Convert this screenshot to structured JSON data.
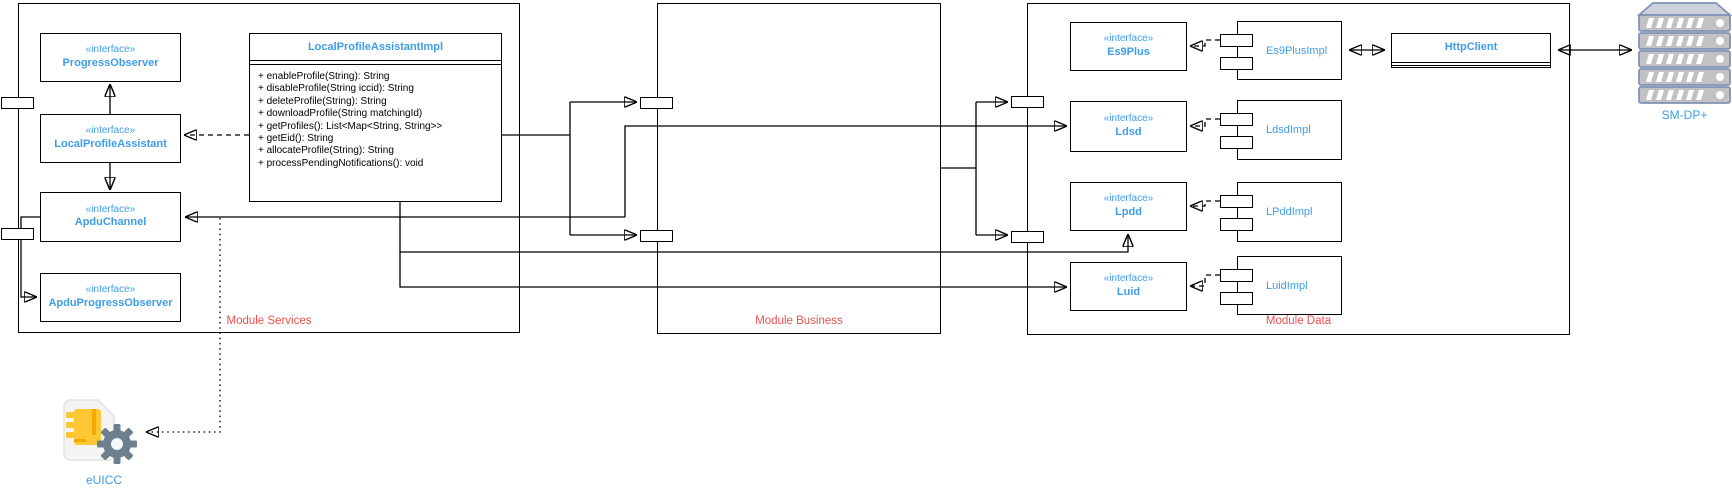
{
  "colors": {
    "accent_blue": "#3e9de9",
    "label_red": "#e8524e",
    "line_black": "#000000",
    "server_gray": "#c2c2c2",
    "server_border_blue": "#8093b8",
    "sim_gold": "#ffc733",
    "gear_gray": "#6d7e8c"
  },
  "modules": {
    "services": {
      "label": "Module Services",
      "interfaces": [
        {
          "stereotype": "«interface»",
          "name": "ProgressObserver"
        },
        {
          "stereotype": "«interface»",
          "name": "LocalProfileAssistant"
        },
        {
          "stereotype": "«interface»",
          "name": "ApduChannel"
        },
        {
          "stereotype": "«interface»",
          "name": "ApduProgressObserver"
        }
      ],
      "class": {
        "title": "LocalProfileAssistantImpl",
        "methods": [
          "+ enableProfile(String): String",
          "+ disableProfile(String iccid): String",
          "+ deleteProfile(String): String",
          "+ downloadProfile(String matchingId)",
          "+ getProfiles(): List<Map<String, String>>",
          "+ getEid(): String",
          "+ allocateProfile(String): String",
          "+ processPendingNotifications(): void"
        ]
      }
    },
    "business": {
      "label": "Module Business"
    },
    "data": {
      "label": "Module Data",
      "interfaces": [
        {
          "stereotype": "«interface»",
          "name": "Es9Plus"
        },
        {
          "stereotype": "«interface»",
          "name": "Ldsd"
        },
        {
          "stereotype": "«interface»",
          "name": "Lpdd"
        },
        {
          "stereotype": "«interface»",
          "name": "Luid"
        }
      ],
      "components": [
        {
          "name": "Es9PlusImpl"
        },
        {
          "name": "LdsdImpl"
        },
        {
          "name": "LPddImpl"
        },
        {
          "name": "LuidImpl"
        }
      ],
      "http_client": {
        "title": "HttpClient"
      }
    }
  },
  "external": {
    "server_label": "SM-DP+",
    "euicc_label": "eUICC"
  }
}
